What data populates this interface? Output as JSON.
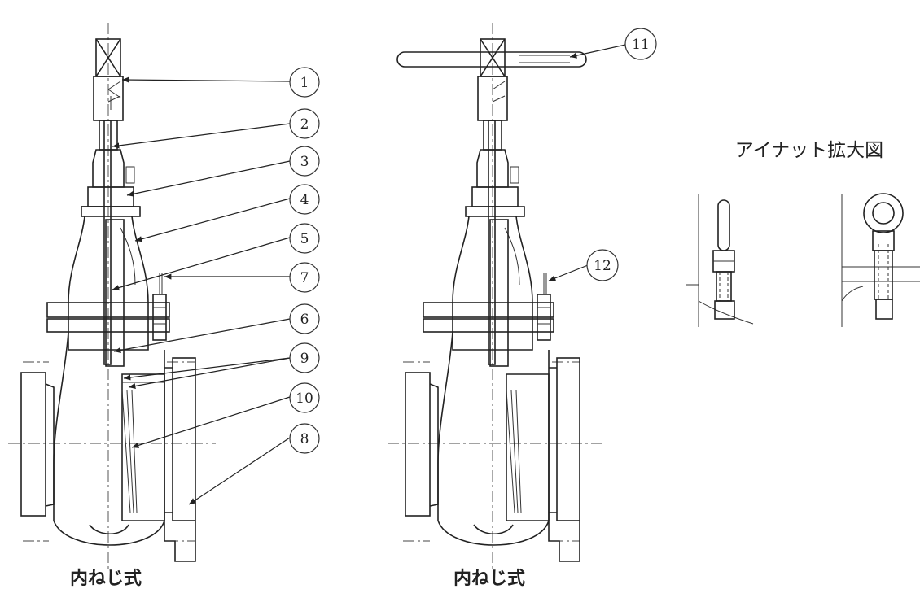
{
  "captions": {
    "left": "内ねじ式",
    "middle": "内ねじ式",
    "detail_title": "アイナット拡大図"
  },
  "callouts": {
    "c1": "1",
    "c2": "2",
    "c3": "3",
    "c4": "4",
    "c5": "5",
    "c6": "6",
    "c7": "7",
    "c8": "8",
    "c9": "9",
    "c10": "10",
    "c11": "11",
    "c12": "12"
  }
}
